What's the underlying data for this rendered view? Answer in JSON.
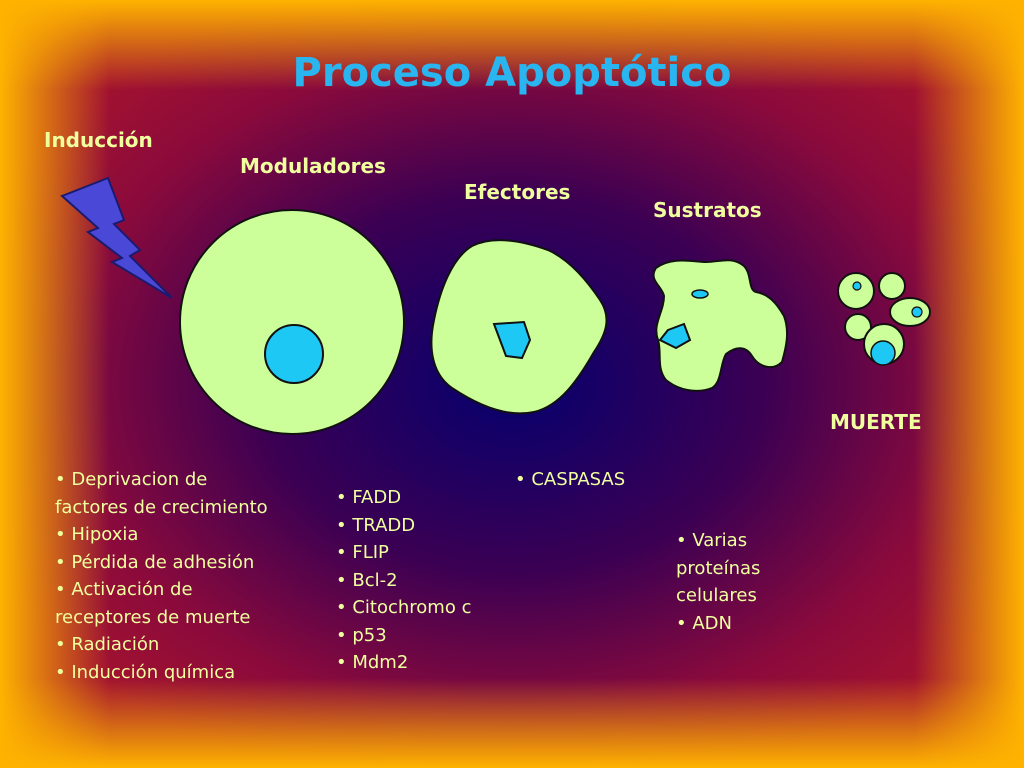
{
  "title": "Proceso Apoptótico",
  "stages": {
    "induccion": "Inducción",
    "moduladores": "Moduladores",
    "efectores": "Efectores",
    "sustratos": "Sustratos",
    "muerte": "MUERTE"
  },
  "lists": {
    "induccion": [
      "• Deprivacion de",
      "factores de crecimiento",
      "• Hipoxia",
      "• Pérdida de adhesión",
      "• Activación de",
      "receptores de muerte",
      "• Radiación",
      "• Inducción química"
    ],
    "moduladores": [
      "• FADD",
      "• TRADD",
      "• FLIP",
      "• Bcl-2",
      "• Citochromo c",
      "• p53",
      "• Mdm2"
    ],
    "efectores": [
      "• CASPASAS"
    ],
    "sustratos": [
      "• Varias",
      "proteínas",
      "celulares",
      "• ADN"
    ]
  },
  "colors": {
    "title": "#29b6f0",
    "label": "#f0ff9e",
    "cell": "#ccff99",
    "nucleus": "#1ec8f5",
    "bolt": "#4a48d6",
    "frame": "#ffb300",
    "mid": "#8a0a3c",
    "center": "#05006e"
  },
  "icons": [
    "lightning-bolt-icon",
    "cell-icon",
    "nucleus-icon"
  ]
}
